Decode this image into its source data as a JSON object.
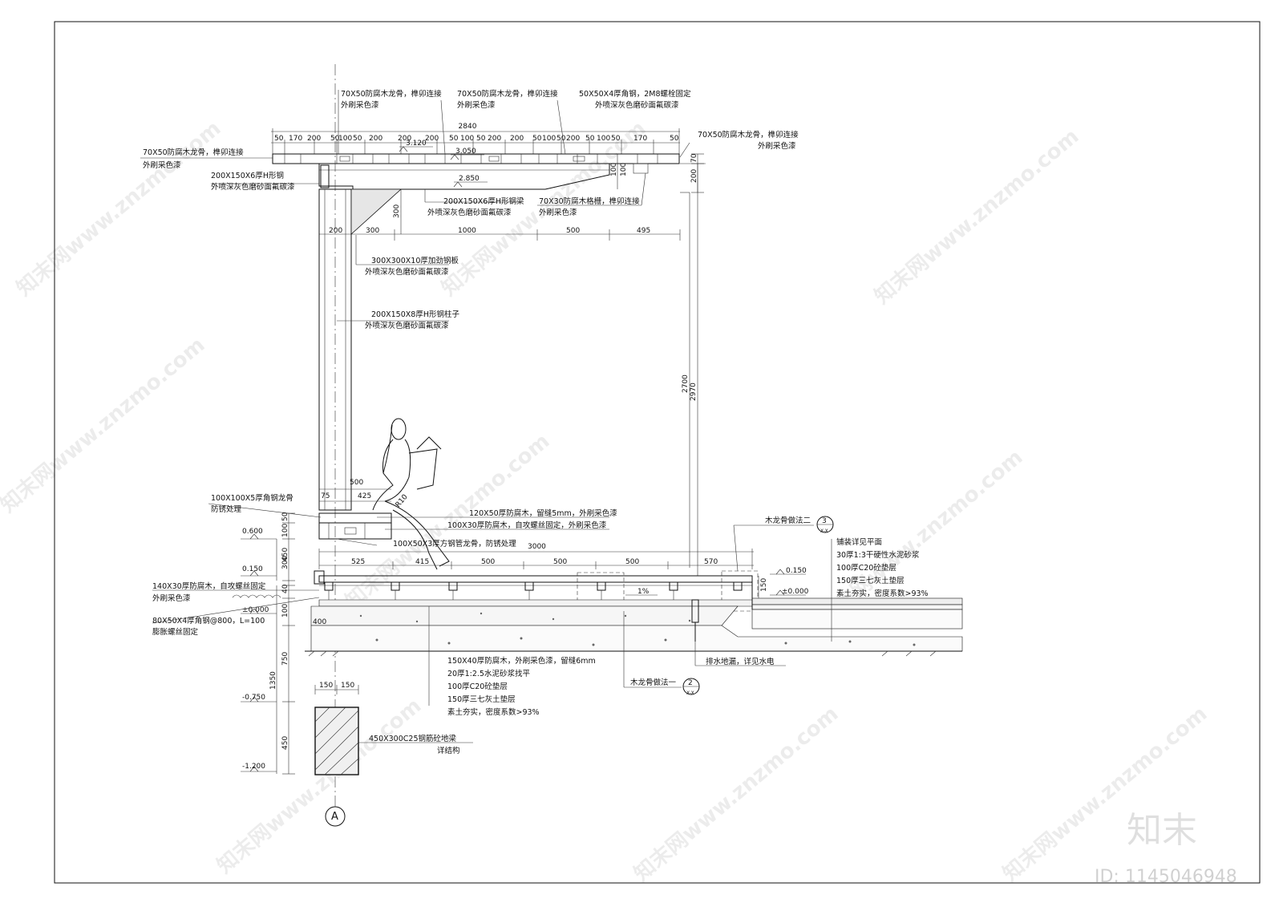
{
  "labels": {
    "top_a": [
      "70X50防腐木龙骨，榫卯连接",
      "外刷采色漆"
    ],
    "top_b": [
      "70X50防腐木龙骨，榫卯连接",
      "外刷采色漆"
    ],
    "top_c": [
      "50X50X4厚角钢，2M8螺栓固定",
      "外喷深灰色磨砂面氟碳漆"
    ],
    "right_top": [
      "70X50防腐木龙骨，榫卯连接",
      "外刷采色漆"
    ],
    "left_top": [
      "70X50防腐木龙骨，榫卯连接",
      "外刷采色漆"
    ],
    "left_steel": [
      "200X150X6厚H形钢",
      "外喷深灰色磨砂面氟碳漆"
    ],
    "beam": [
      "200X150X6厚H形钢梁",
      "外喷深灰色磨砂面氟碳漆"
    ],
    "grille": [
      "70X30防腐木格栅，榫卯连接",
      "外刷采色漆"
    ],
    "plate": [
      "300X300X10厚加劲钢板",
      "外喷深灰色磨砂面氟碳漆"
    ],
    "column": [
      "200X150X8厚H形钢柱子",
      "外喷深灰色磨砂面氟碳漆"
    ],
    "angle_frame": [
      "100X100X5厚角钢龙骨",
      "防锈处理"
    ],
    "seat_wood": "120X50厚防腐木，留缝5mm，外刷采色漆",
    "seat_wood2": "100X30厚防腐木，自攻螺丝固定，外刷采色漆",
    "tube_frame": "100X50X3厚方钢管龙骨，防锈处理",
    "edge_wood": [
      "140X30厚防腐木，自攻螺丝固定",
      "外刷采色漆"
    ],
    "angle_anchor": [
      "80X50X4厚角钢@800，L=100",
      "膨胀螺丝固定"
    ],
    "floor_layers": [
      "150X40厚防腐木，外刷采色漆，留缝6mm",
      "20厚1:2.5水泥砂浆找平",
      "100厚C20砼垫层",
      "150厚三七灰土垫层",
      "素土夯实，密度系数>93%"
    ],
    "paving_layers": [
      "铺装详见平面",
      "30厚1:3干硬性水泥砂浆",
      "100厚C20砼垫层",
      "150厚三七灰土垫层",
      "素土夯实，密度系数>93%"
    ],
    "detail_2": "木龙骨做法一",
    "detail_3": "木龙骨做法二",
    "drain": "排水地漏，详见水电",
    "ground_beam": [
      "450X300C25钢筋砼地梁",
      "详结构"
    ],
    "axis": "A",
    "detail_num_2": "2",
    "detail_num_3": "3",
    "detail_sheet": "X-X"
  },
  "dims": {
    "top_overall": "2840",
    "top_segments": [
      "50",
      "170",
      "200",
      "50",
      "100",
      "50",
      "200",
      "200",
      "200",
      "50",
      "100",
      "50",
      "200",
      "200",
      "50",
      "100",
      "50",
      "200",
      "50",
      "100",
      "50",
      "170",
      "50"
    ],
    "mid_segments": [
      "200",
      "300",
      "1000",
      "500",
      "495"
    ],
    "right_v": [
      "70",
      "200",
      "100",
      "100"
    ],
    "h2700": "2700",
    "h2970": "2970",
    "v300": "300",
    "seat_500": "500",
    "seat_75": "75",
    "seat_425": "425",
    "seat_r": "R10",
    "floor_overall": "3000",
    "floor_segments": [
      "525",
      "415",
      "500",
      "500",
      "500",
      "570"
    ],
    "slope": "1%",
    "left_v": [
      "50",
      "100",
      "450",
      "300",
      "40",
      "100",
      "750",
      "1350",
      "450"
    ],
    "beam_w": [
      "150",
      "150"
    ],
    "v150": "150",
    "v400": "400"
  },
  "levels": {
    "l3120": "3.120",
    "l3050": "3.050",
    "l2850": "2.850",
    "l0600": "0.600",
    "l0150": "0.150",
    "l0000": "±0.000",
    "l0150r": "0.150",
    "l0000r": "±0.000",
    "lm0750": "-0.750",
    "lm1200": "-1.200"
  },
  "watermark": {
    "text": "知末网www.znzmo.com",
    "brand": "知末",
    "id": "ID: 1145046948"
  }
}
